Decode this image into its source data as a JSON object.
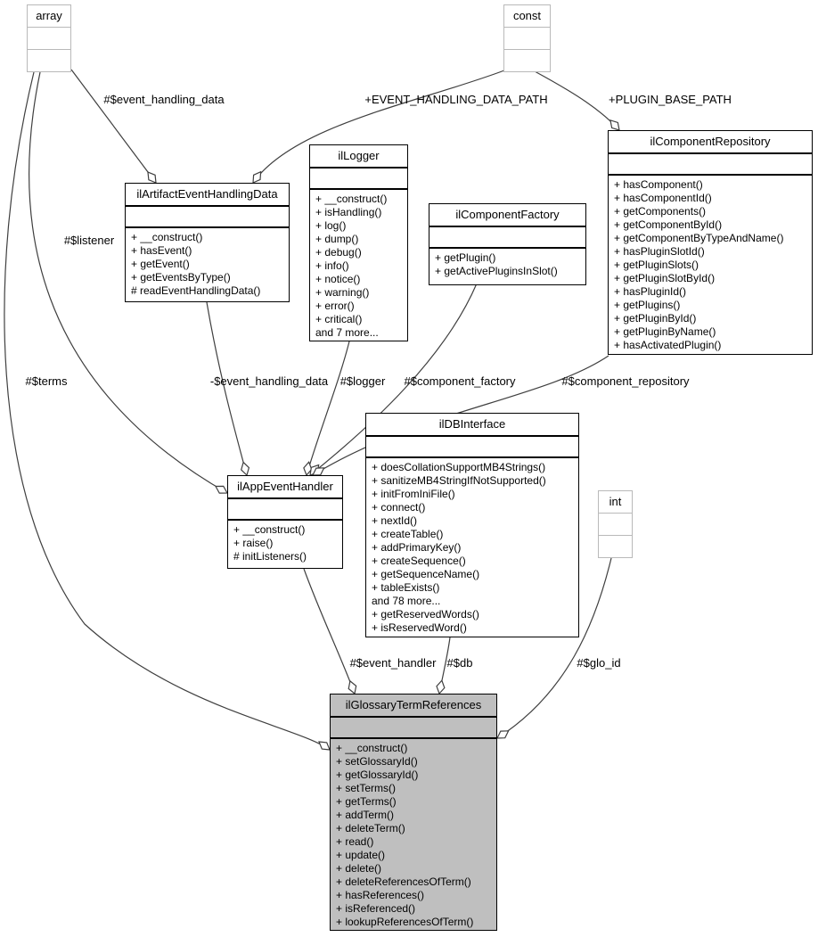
{
  "classes": {
    "array": {
      "title": "array"
    },
    "const": {
      "title": "const"
    },
    "int": {
      "title": "int"
    },
    "artifact": {
      "title": "ilArtifactEventHandlingData",
      "methods": [
        "+ __construct()",
        "+ hasEvent()",
        "+ getEvent()",
        "+ getEventsByType()",
        "# readEventHandlingData()"
      ]
    },
    "logger": {
      "title": "ilLogger",
      "methods": [
        "+ __construct()",
        "+ isHandling()",
        "+ log()",
        "+ dump()",
        "+ debug()",
        "+ info()",
        "+ notice()",
        "+ warning()",
        "+ error()",
        "+ critical()",
        "and 7 more..."
      ]
    },
    "factory": {
      "title": "ilComponentFactory",
      "methods": [
        "+ getPlugin()",
        "+ getActivePluginsInSlot()"
      ]
    },
    "repository": {
      "title": "ilComponentRepository",
      "methods": [
        "+ hasComponent()",
        "+ hasComponentId()",
        "+ getComponents()",
        "+ getComponentById()",
        "+ getComponentByTypeAndName()",
        "+ hasPluginSlotId()",
        "+ getPluginSlots()",
        "+ getPluginSlotById()",
        "+ hasPluginId()",
        "+ getPlugins()",
        "+ getPluginById()",
        "+ getPluginByName()",
        "+ hasActivatedPlugin()"
      ]
    },
    "db": {
      "title": "ilDBInterface",
      "methods": [
        "+ doesCollationSupportMB4Strings()",
        "+ sanitizeMB4StringIfNotSupported()",
        "+ initFromIniFile()",
        "+ connect()",
        "+ nextId()",
        "+ createTable()",
        "+ addPrimaryKey()",
        "+ createSequence()",
        "+ getSequenceName()",
        "+ tableExists()",
        "and 78 more...",
        "+ getReservedWords()",
        "+ isReservedWord()"
      ]
    },
    "appevent": {
      "title": "ilAppEventHandler",
      "methods": [
        "+ __construct()",
        "+ raise()",
        "# initListeners()"
      ]
    },
    "glossary": {
      "title": "ilGlossaryTermReferences",
      "methods": [
        "+ __construct()",
        "+ setGlossaryId()",
        "+ getGlossaryId()",
        "+ setTerms()",
        "+ getTerms()",
        "+ addTerm()",
        "+ deleteTerm()",
        "+ read()",
        "+ update()",
        "+ delete()",
        "+ deleteReferencesOfTerm()",
        "+ hasReferences()",
        "+ isReferenced()",
        "+ lookupReferencesOfTerm()"
      ]
    }
  },
  "edge_labels": [
    "#$event_handling_data",
    "+EVENT_HANDLING_DATA_PATH",
    "+PLUGIN_BASE_PATH",
    "#$listener",
    "#$terms",
    "-$event_handling_data",
    "#$logger",
    "#$component_factory",
    "#$component_repository",
    "#$event_handler",
    "#$db",
    "#$glo_id"
  ],
  "colors": {
    "main_node_fill": "#bfbfbf",
    "class_border": "#000000",
    "type_box_border": "#b9b9b9",
    "edge_stroke": "#3f3f3f"
  }
}
